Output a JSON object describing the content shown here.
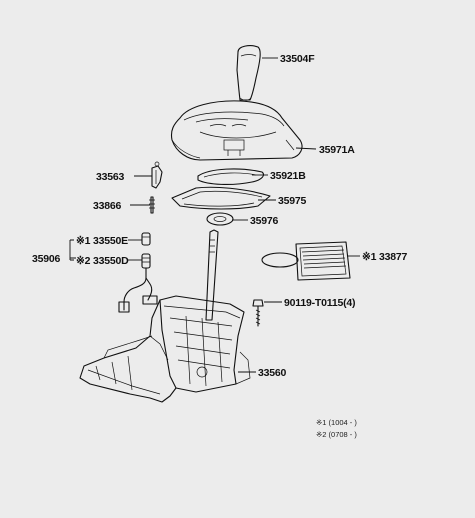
{
  "labels": {
    "p33504F": "33504F",
    "p35971A": "35971A",
    "p33563": "33563",
    "p35921B": "35921B",
    "p33866": "33866",
    "p35975": "35975",
    "p35976": "35976",
    "p33550E": "※1 33550E",
    "p35906": "35906",
    "p33550D": "※2 33550D",
    "p33877": "※1 33877",
    "p90119": "90119-T0115(4)",
    "p33560": "33560"
  },
  "notes": {
    "n1": "※1 (1004 -        )",
    "n2": "※2 (0708 -        )"
  }
}
